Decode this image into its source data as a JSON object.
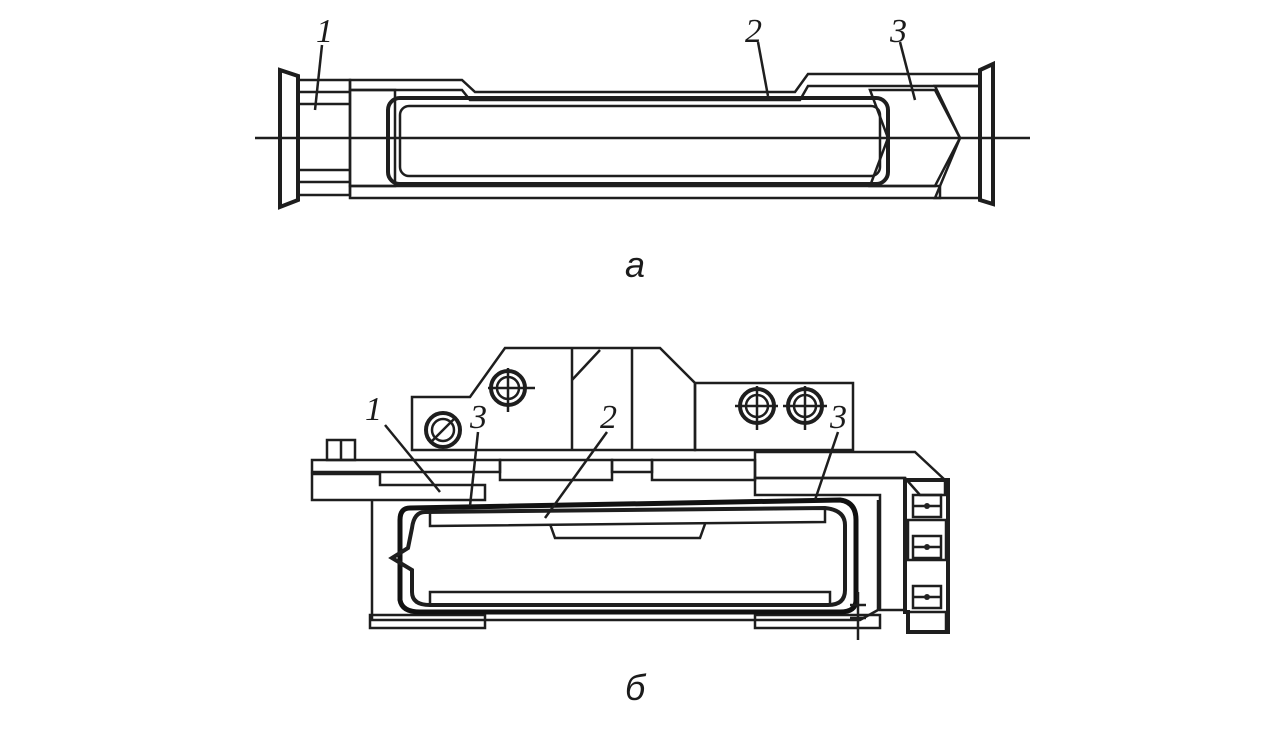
{
  "figure_a": {
    "caption": "а",
    "labels": {
      "label_1": "1",
      "label_2": "2",
      "label_3": "3"
    }
  },
  "figure_b": {
    "caption": "б",
    "labels": {
      "label_1": "1",
      "label_3_left": "3",
      "label_2": "2",
      "label_3_right": "3"
    }
  }
}
